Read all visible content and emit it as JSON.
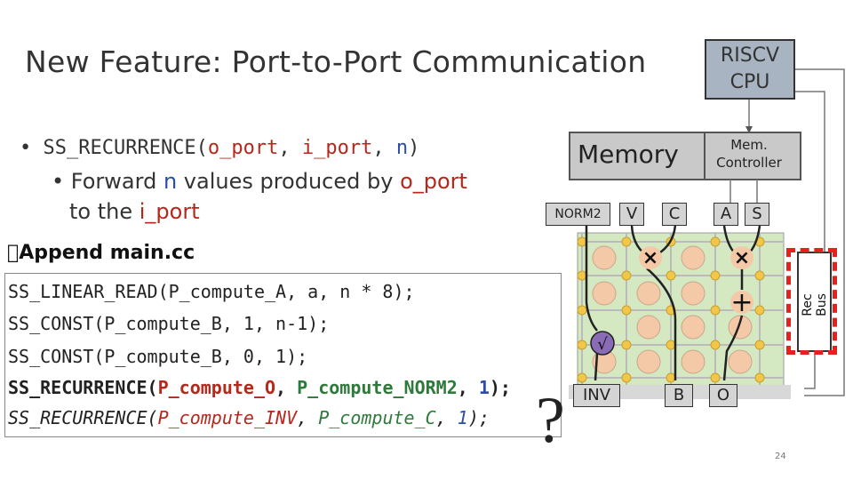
{
  "slide": {
    "title": "New Feature: Port-to-Port Communication",
    "bullet_main": {
      "prefix": "• SS_RECURRENCE(",
      "o_port": "o_port",
      "sep1": ", ",
      "i_port": "i_port",
      "sep2": ", ",
      "n": "n",
      "suffix": ")"
    },
    "bullet_sub": {
      "prefix": "• Forward ",
      "n": "n",
      "middle": " values produced by ",
      "o_port": "o_port"
    },
    "bullet_sub2": {
      "prefix": "to the ",
      "i_port": "i_port"
    },
    "append_label": "\u0000Append main.cc",
    "code_lines": [
      "SS_LINEAR_READ(P_compute_A, a, n * 8);",
      "SS_CONST(P_compute_B, 1, n-1);",
      "SS_CONST(P_compute_B, 0, 1);"
    ],
    "code_line4": {
      "a": "SS_RECURRENCE(",
      "b": "P_compute_O",
      "c": ", ",
      "d": "P_compute_NORM2",
      "e": ", ",
      "f": "1",
      "g": ");"
    },
    "code_line5": {
      "a": "SS_RECURRENCE(",
      "b": "P_compute_INV",
      "c": ", ",
      "d": "P_compute_C",
      "e": ", ",
      "f": "1",
      "g": ");"
    },
    "question_mark": "?",
    "page_number": "24"
  },
  "diagram": {
    "cpu_line1": "RISCV",
    "cpu_line2": "CPU",
    "memory": "Memory",
    "mem_ctrl_line1": "Mem.",
    "mem_ctrl_line2": "Controller",
    "input_ports": [
      "NORM2",
      "V",
      "C",
      "A",
      "S"
    ],
    "output_ports": [
      "INV",
      "B",
      "O"
    ],
    "rec_bus": "Rec Bus",
    "ops": [
      "×",
      "×",
      "+",
      "√"
    ],
    "colors": {
      "tile_fill": "#f3c9a8",
      "switch_fill": "#f0c74a",
      "grid_bg": "#d4e9c2",
      "highlight": "#e2221c",
      "sqrt_fill": "#8a6bb5"
    }
  }
}
